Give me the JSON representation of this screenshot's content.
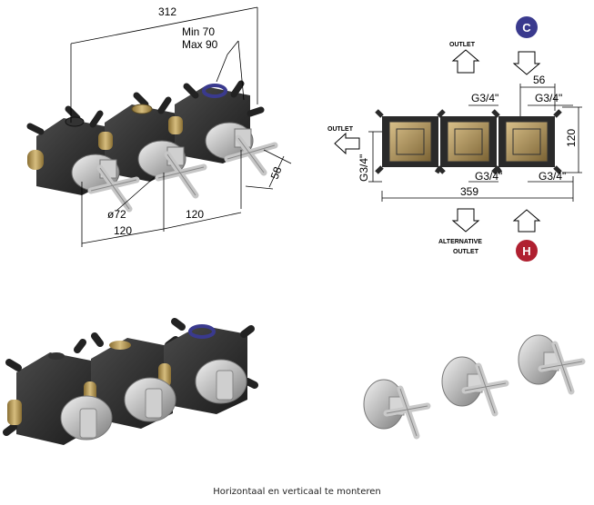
{
  "perspective_dims": {
    "overall": "312",
    "min_depth": "Min 70",
    "max_depth": "Max 90",
    "diameter": "ø72",
    "spacing_left": "120",
    "spacing_right": "120",
    "projection": "58"
  },
  "plan_dims": {
    "outlet_top": "OUTLET",
    "outlet_left": "OUTLET",
    "alternative_outlet_line1": "ALTERNATIVE",
    "alternative_outlet_line2": "OUTLET",
    "badge_cold": "C",
    "badge_hot": "H",
    "offset": "56",
    "thread_top_mid": "G3/4\"",
    "thread_top_right": "G3/4\"",
    "thread_left": "G3/4\"",
    "thread_bottom_mid": "G3/4\"",
    "thread_bottom_right": "G3/4\"",
    "height": "120",
    "width": "359"
  },
  "caption": "Horizontaal en verticaal te monteren",
  "colors": {
    "cold": "#3a3a8e",
    "hot": "#b02030",
    "body": "#2a2a2a",
    "brass": "#b89a5a",
    "chrome": "#c8c8c8"
  }
}
